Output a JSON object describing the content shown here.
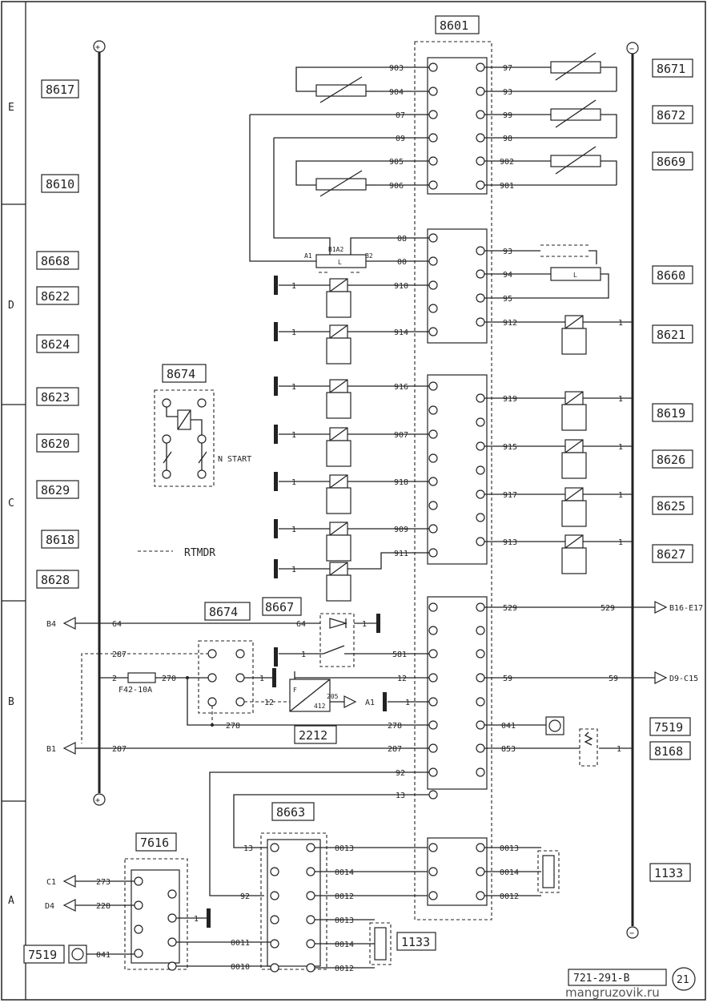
{
  "zones": [
    "E",
    "D",
    "C",
    "B",
    "A"
  ],
  "left_refs": [
    "8617",
    "8610",
    "8668",
    "8622",
    "8624",
    "8623",
    "8620",
    "8629",
    "8618",
    "8628"
  ],
  "right_refs": [
    "8671",
    "8672",
    "8669",
    "8660",
    "8621",
    "8619",
    "8626",
    "8625",
    "8627",
    "7519",
    "8168",
    "1133"
  ],
  "connectors": {
    "main": "8601",
    "relay_box": "8674",
    "relay_box_2": "8674",
    "c8667": "8667",
    "c2212": "2212",
    "c8663": "8663",
    "c7616": "7616",
    "c1133": "1133",
    "c7519": "7519"
  },
  "labels": {
    "n_start": "N START",
    "rtmdr": "RTMDR",
    "fuse": "F42-10A",
    "drawing_number": "721-291-B",
    "page_number": "21",
    "watermark": "mangruzovik.ru",
    "plus": "+",
    "minus": "−"
  },
  "destinations": {
    "b4": "B4",
    "b1": "B1",
    "c1": "C1",
    "d4": "D4",
    "a1": "A1",
    "b16e17": "B16-E17",
    "d9c15": "D9-C15"
  },
  "wires": {
    "top_left": [
      "903",
      "904",
      "07",
      "09",
      "905",
      "906"
    ],
    "top_right": [
      "97",
      "93",
      "99",
      "98",
      "902",
      "901"
    ],
    "mid_left": [
      "08",
      "00",
      "910",
      "914"
    ],
    "mid_right": [
      "93",
      "94",
      "95",
      "912"
    ],
    "lower_left": [
      "916",
      "907",
      "918",
      "909",
      "911"
    ],
    "lower_right": [
      "919",
      "915",
      "917",
      "913"
    ],
    "b_left": [
      "64",
      "287",
      "270",
      "2",
      "581",
      "12",
      "278",
      "287",
      "92",
      "13"
    ],
    "b_right": [
      "529",
      "59",
      "041",
      "853"
    ],
    "a_wires": [
      "0013",
      "0014",
      "0012",
      "0011",
      "0010",
      "273",
      "228",
      "041",
      "13",
      "92"
    ],
    "sensor_pins": [
      "B1A2",
      "A1",
      "B2",
      "L"
    ]
  }
}
